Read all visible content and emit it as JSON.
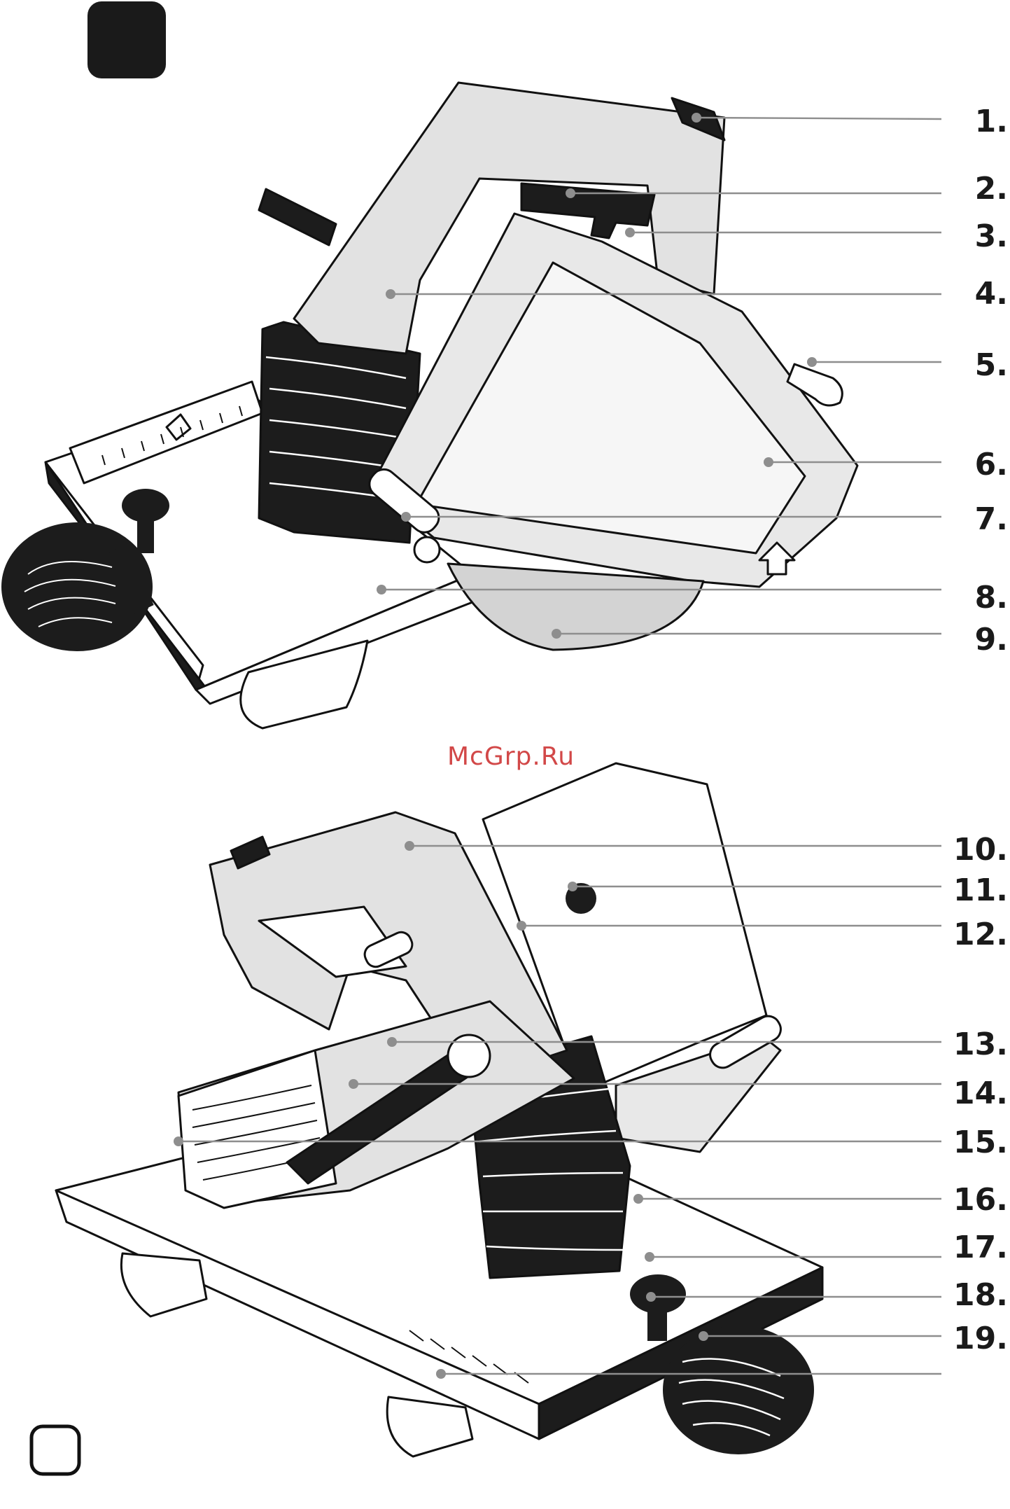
{
  "watermark": "McGrp.Ru",
  "labels_top": [
    "1.",
    "2.",
    "3.",
    "4.",
    "5.",
    "6.",
    "7.",
    "8.",
    "9."
  ],
  "labels_bottom": [
    "10.",
    "11.",
    "12.",
    "13.",
    "14.",
    "15.",
    "16.",
    "17.",
    "18.",
    "19."
  ],
  "colors": {
    "ink": "#111111",
    "body_grey": "#e2e2e2",
    "guard_grey": "#d3d3d3",
    "bellows": "#1c1c1c",
    "leader": "#8e8e8e",
    "watermark": "#d24848",
    "page_badge": "#1a1a1a"
  },
  "icons": {
    "top_badge": "filled-rounded-square-icon",
    "bottom_badge": "outline-rounded-square-icon",
    "guard_arrow": "arrow-up-outline-icon"
  }
}
